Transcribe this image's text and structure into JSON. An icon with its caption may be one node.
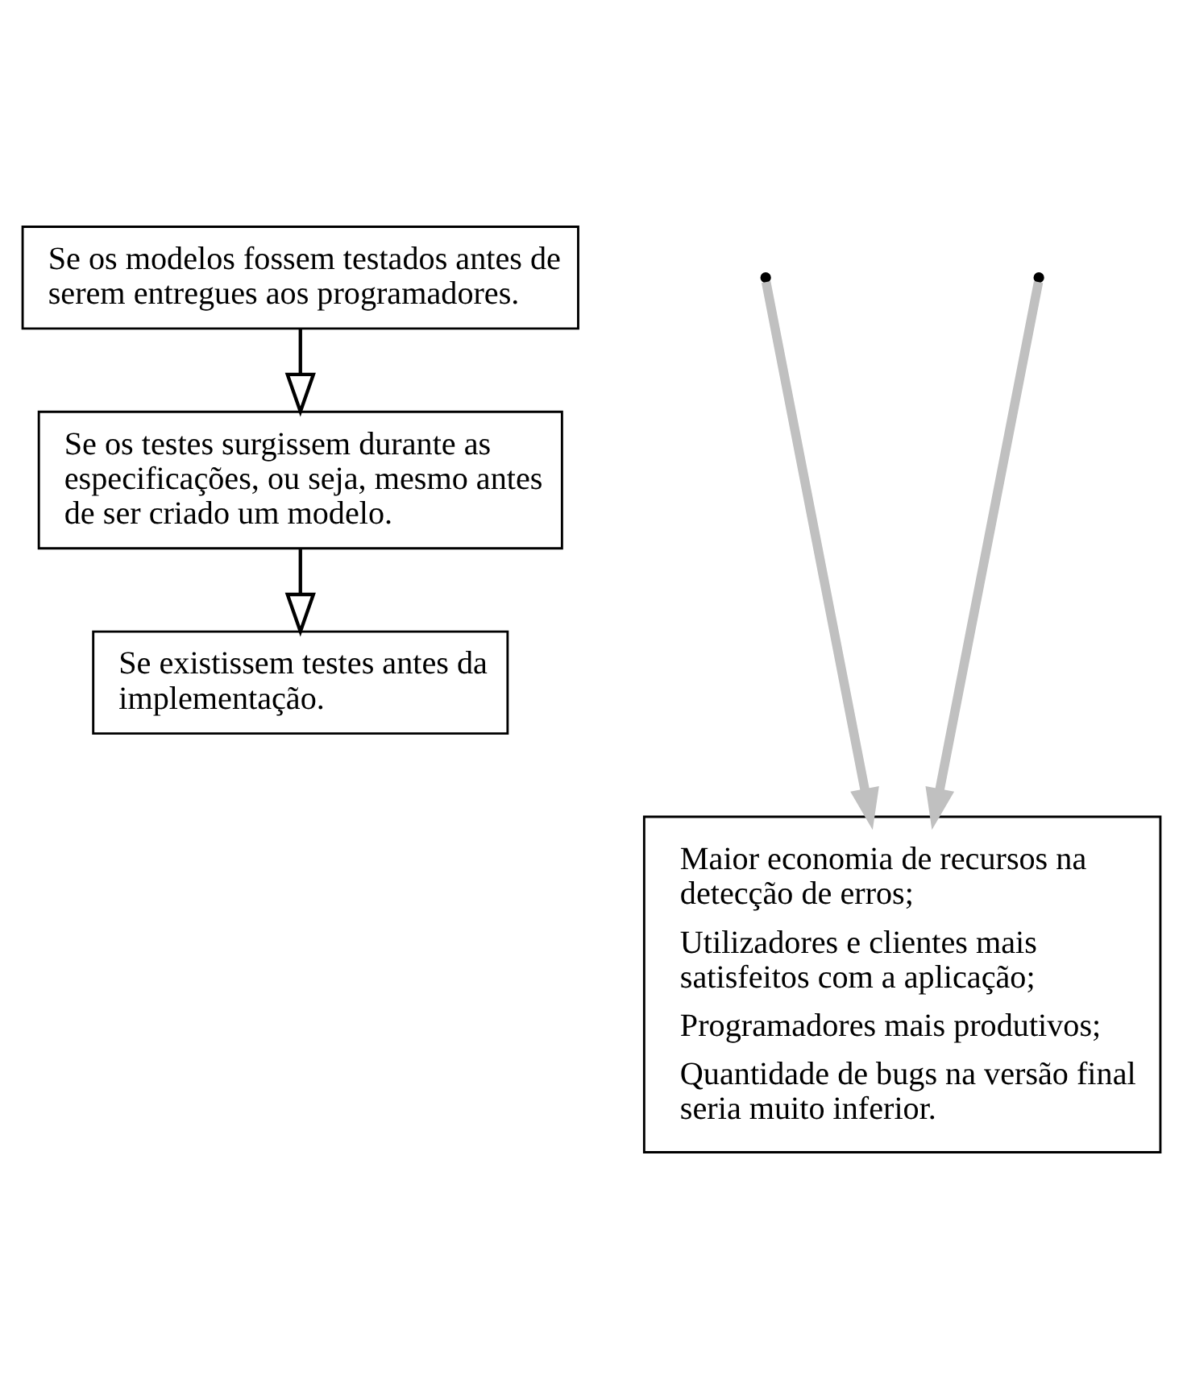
{
  "diagram": {
    "nodes": [
      {
        "text": [
          "Se os modelos fossem testados antes de serem entregues aos programadores."
        ]
      },
      {
        "text": [
          "Se os testes surgissem durante as especificações, ou seja, mesmo antes de ser criado um modelo."
        ]
      },
      {
        "text": [
          "Se existissem testes antes da implementação."
        ]
      },
      {
        "text": [
          "Maior economia de recursos na detecção de erros;",
          "Utilizadores e clientes mais satisfeitos com a aplicação;",
          "Programadores mais produtivos;",
          "Quantidade de bugs na versão final seria muito inferior."
        ]
      }
    ],
    "edges": [
      {
        "from": 0,
        "to": 1,
        "arrow": "to"
      },
      {
        "from": 1,
        "to": 2,
        "arrow": "to"
      },
      {
        "from": null,
        "to": 3,
        "arrow": "to",
        "style": "thick",
        "color": "#c0c0c0"
      },
      {
        "from": null,
        "to": 3,
        "arrow": "to",
        "style": "thick",
        "color": "#c0c0c0"
      }
    ]
  }
}
